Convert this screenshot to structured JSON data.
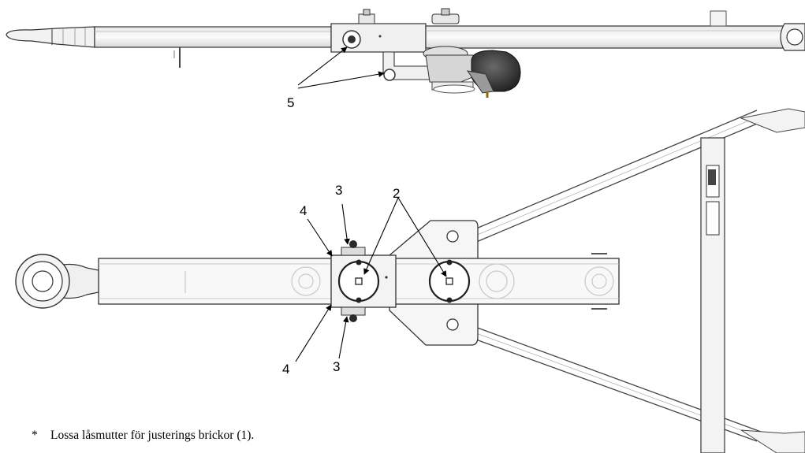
{
  "callouts": {
    "side_view": [
      "5"
    ],
    "top_view": [
      "3",
      "2",
      "4",
      "4",
      "3"
    ]
  },
  "note": {
    "bullet": "*",
    "text": "Lossa låsmutter för justerings brickor (1)."
  },
  "colors": {
    "line": "#333333",
    "light_line": "#b8b8b8",
    "fill": "#f4f4f4",
    "shade": "#cfcfcf",
    "dark": "#2a2a2a"
  }
}
